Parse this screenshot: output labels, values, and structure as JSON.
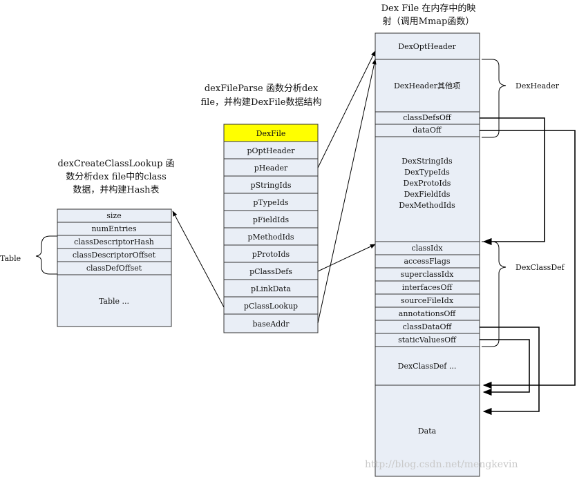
{
  "captions": {
    "dexfile_map_1": "Dex File 在内存中的映",
    "dexfile_map_2": "射（调用Mmap函数）",
    "parse_1": "dexFileParse 函数分析dex",
    "parse_2": "file，并构建DexFile数据结构",
    "lookup_1": "dexCreateClassLookup 函",
    "lookup_2": "数分析dex file中的class",
    "lookup_3": "数据，并构建Hash表"
  },
  "lookup_table": {
    "rows": [
      "size",
      "numEntries",
      "classDescriptorHash",
      "classDescriptorOffset",
      "classDefOffset",
      "Table ..."
    ],
    "brace_label": "Table"
  },
  "dexfile_struct": {
    "header": "DexFile",
    "rows": [
      "pOptHeader",
      "pHeader",
      "pStringIds",
      "pTypeIds",
      "pFieldIds",
      "pMethodIds",
      "pProtoIds",
      "pClassDefs",
      "pLinkData",
      "pClassLookup",
      "baseAddr"
    ]
  },
  "memory_map": {
    "opt_header": "DexOptHeader",
    "header_other": "DexHeader其他项",
    "class_defs_off": "classDefsOff",
    "data_off": "dataOff",
    "ids": [
      "DexStringIds",
      "DexTypeIds",
      "DexProtoIds",
      "DexFieldIds",
      "DexMethodIds"
    ],
    "class_def_fields": [
      "classIdx",
      "accessFlags",
      "superclassIdx",
      "interfacesOff",
      "sourceFileIdx",
      "annotationsOff",
      "classDataOff",
      "staticValuesOff"
    ],
    "class_def_more": "DexClassDef ...",
    "data": "Data",
    "brace_header": "DexHeader",
    "brace_classdef": "DexClassDef"
  },
  "watermark": "http://blog.csdn.net/mengkevin"
}
